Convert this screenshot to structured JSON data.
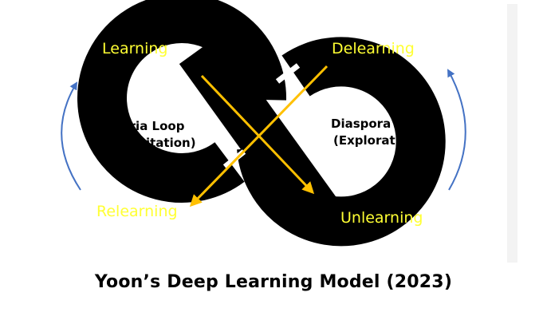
{
  "diagram": {
    "stages": {
      "learning": "Learning",
      "delearning": "Delearning",
      "relearning": "Relearning",
      "unlearning": "Unlearning"
    },
    "left_loop": {
      "name": "Aporia Loop",
      "mode": "(Exploitation)"
    },
    "right_loop": {
      "name": "Diaspora Loop",
      "mode": "(Exploration)"
    },
    "colors": {
      "band": "#000000",
      "stage_text": "#ffff33",
      "cross_arrows": "#ffc000",
      "cycle_arrows": "#4472c4"
    }
  },
  "caption": "Yoon’s Deep Learning Model (2023)"
}
